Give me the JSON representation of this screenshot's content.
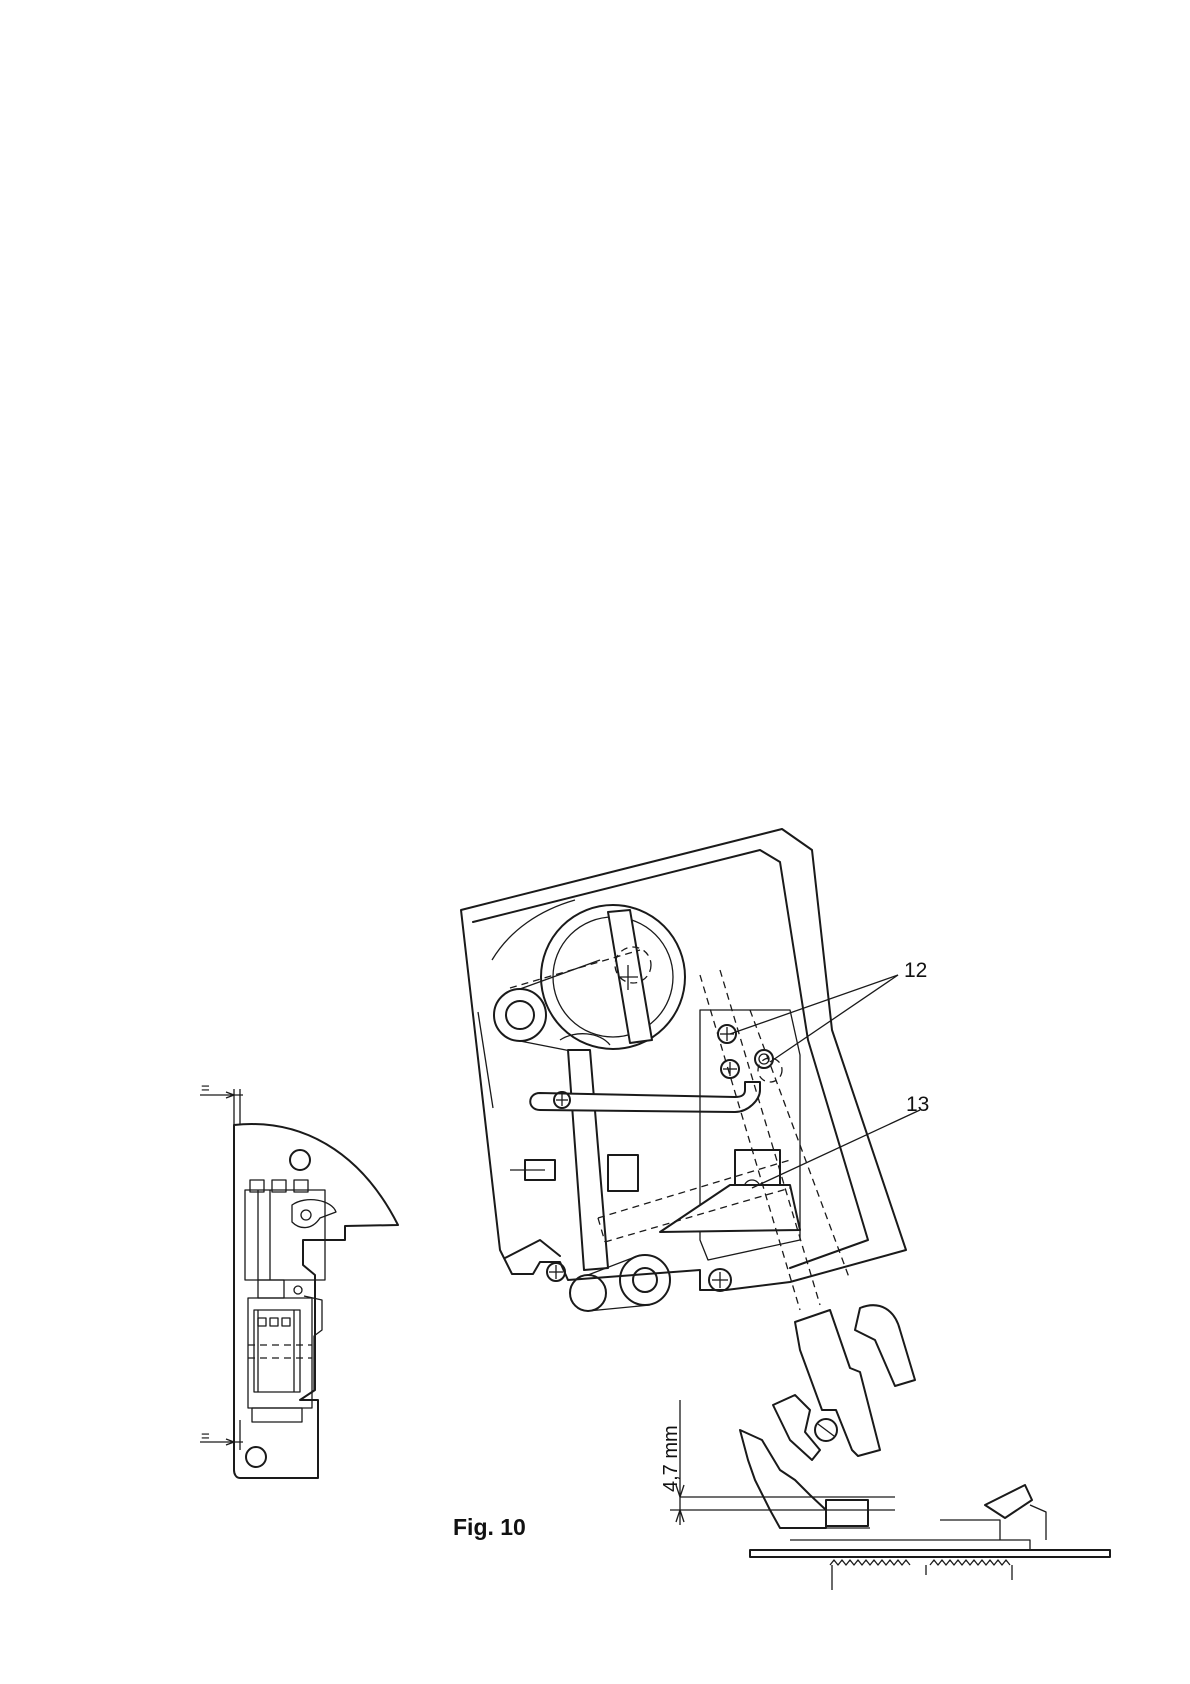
{
  "figure": {
    "caption": "Fig. 10",
    "callouts": [
      "12",
      "13"
    ],
    "dimension_label": "4,7 mm",
    "equal_marks": [
      "=",
      "="
    ]
  }
}
